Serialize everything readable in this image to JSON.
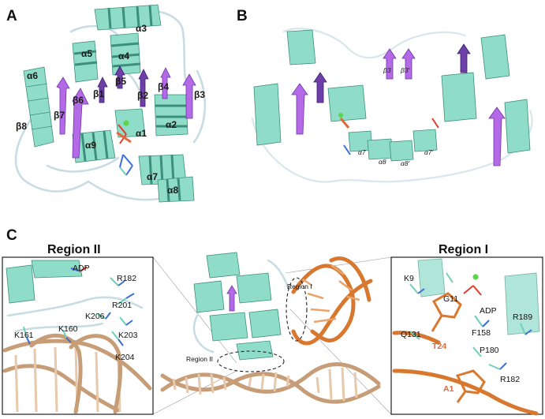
{
  "panels": {
    "A": {
      "label": "A",
      "labels": [
        "α3",
        "α5",
        "α4",
        "α6",
        "β5",
        "β1",
        "β2",
        "β4",
        "β3",
        "β6",
        "β7",
        "α1",
        "α2",
        "β8",
        "α9",
        "α7",
        "α8"
      ]
    },
    "B": {
      "label": "B",
      "labels": [
        "β3",
        "β3'",
        "α7",
        "α8",
        "α8'",
        "α7'"
      ]
    },
    "C": {
      "label": "C",
      "region_ii": {
        "title": "Region II",
        "residues": [
          "ADP",
          "R182",
          "R201",
          "K206",
          "K160",
          "K161",
          "K203",
          "K204"
        ]
      },
      "overview": {
        "region_i_label": "Region I",
        "region_ii_label": "Region II"
      },
      "region_i": {
        "title": "Region I",
        "residues": [
          "K9",
          "G11",
          "ADP",
          "Q131",
          "F158",
          "R189",
          "T24",
          "P180",
          "A1",
          "R182"
        ]
      }
    }
  },
  "colors": {
    "helix": "#8fdcc9",
    "strand": "#b46ae6",
    "strand_dark": "#6d3fa8",
    "loop": "#c8dde3",
    "dna_tan": "#c79d78",
    "dna_orange": "#d8782f",
    "nucleotide_label": "#e0693a"
  }
}
